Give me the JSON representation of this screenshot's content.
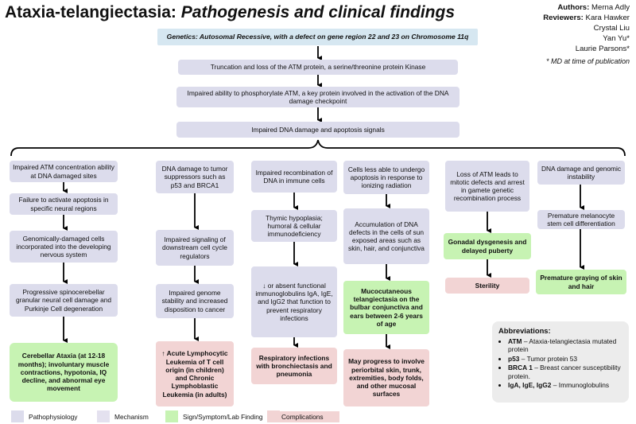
{
  "title": {
    "main": "Ataxia-telangiectasia:",
    "italic": "Pathogenesis and clinical findings"
  },
  "credits": {
    "authors_label": "Authors:",
    "authors": "Merna Adly",
    "reviewers_label": "Reviewers:",
    "reviewers": [
      "Kara Hawker",
      "Crystal Liu",
      "Yan Yu*",
      "Laurie Parsons*"
    ],
    "note": "* MD at time of publication"
  },
  "flow": {
    "genetics": "Genetics: Autosomal Recessive, with a defect on gene region 22 and 23 on Chromosome 11q",
    "step1": "Truncation and loss of the ATM protein, a serine/threonine protein Kinase",
    "step2": "Impaired ability to phosphorylate ATM, a key protein involved in the activation of the DNA damage checkpoint",
    "step3": "Impaired DNA damage and apoptosis signals"
  },
  "columns": [
    {
      "boxes": [
        "Impaired ATM concentration ability at DNA damaged sites",
        "Failure to activate apoptosis in specific neural regions",
        "Genomically-damaged cells incorporated into the developing nervous system",
        "Progressive spinocerebellar granular neural cell damage and Purkinje Cell degeneration",
        "Cerebellar Ataxia (at 12-18 months); involuntary muscle contractions, hypotonia, IQ decline, and abnormal eye movement"
      ]
    },
    {
      "boxes": [
        "DNA damage to tumor suppressors such as p53 and BRCA1",
        "Impaired signaling of downstream cell cycle regulators",
        "Impaired genome stability and increased disposition to cancer",
        "↑ Acute Lymphocytic Leukemia of T cell origin (in children) and Chronic Lymphoblastic Leukemia (in adults)"
      ]
    },
    {
      "boxes": [
        "Impaired recombination of DNA in immune cells",
        "Thymic hypoplasia; humoral & cellular immunodeficiency",
        "↓ or absent functional immunoglobulins IgA, IgE, and IgG2 that function to prevent respiratory infections",
        "Respiratory infections with bronchiectasis and pneumonia"
      ]
    },
    {
      "boxes": [
        "Cells less able to undergo apoptosis in response to ionizing radiation",
        "Accumulation of DNA defects in the cells of sun exposed areas such as skin, hair, and conjunctiva",
        "Mucocutaneous telangiectasia on the bulbar conjunctiva and ears between 2-6 years of age",
        "May progress to involve periorbital skin, trunk, extremities, body folds, and other mucosal surfaces"
      ]
    },
    {
      "boxes": [
        "Loss of ATM leads to mitotic defects and arrest in gamete genetic recombination process",
        "Gonadal dysgenesis and delayed puberty",
        "Sterility"
      ]
    },
    {
      "boxes": [
        "DNA damage and genomic instability",
        "Premature melanocyte stem cell differentiation",
        "Premature graying of skin and hair"
      ]
    }
  ],
  "abbreviations": {
    "heading": "Abbreviations:",
    "items": [
      {
        "term": "ATM",
        "def": " – Ataxia-telangiectasia mutated protein"
      },
      {
        "term": "p53",
        "def": " – Tumor protein 53"
      },
      {
        "term": "BRCA 1",
        "def": " – Breast cancer susceptibility protein."
      },
      {
        "term": "IgA, IgE, IgG2",
        "def": " – Immunoglobulins"
      }
    ]
  },
  "legend": {
    "items": [
      "Pathophysiology",
      "Mechanism",
      "Sign/Symptom/Lab Finding",
      "Complications"
    ],
    "colors": [
      "#dcdcec",
      "#e4e1ef",
      "#c7f3b3",
      "#f2d4d4"
    ]
  }
}
